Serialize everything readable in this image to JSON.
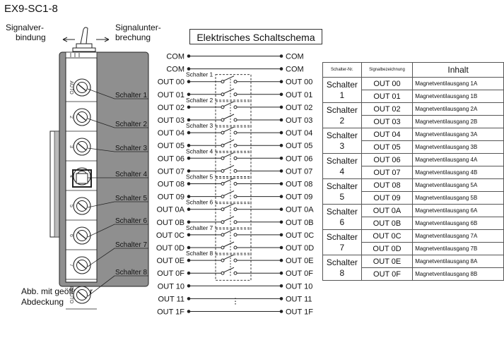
{
  "model": "EX9-SC1-8",
  "toggle": {
    "left_label": [
      "Signalver-",
      "bindung"
    ],
    "right_label": [
      "Signalunter-",
      "brechung"
    ]
  },
  "caption": [
    "Abb. mit geöffneter",
    "Abdeckung"
  ],
  "schema_title": "Elektrisches Schaltschema",
  "connector_side_markings": [
    "AUTO",
    "2",
    "3",
    "4",
    "5",
    "6",
    "7",
    "8 AUTO"
  ],
  "switch_labels": [
    "Schalter 1",
    "Schalter 2",
    "Schalter 3",
    "Schalter 4",
    "Schalter 5",
    "Schalter 6",
    "Schalter 7",
    "Schalter 8"
  ],
  "rows_left": [
    "COM",
    "COM",
    "OUT 00",
    "OUT 01",
    "OUT 02",
    "OUT 03",
    "OUT 04",
    "OUT 05",
    "OUT 06",
    "OUT 07",
    "OUT 08",
    "OUT 09",
    "OUT 0A",
    "OUT 0B",
    "OUT 0C",
    "OUT 0D",
    "OUT 0E",
    "OUT 0F",
    "OUT 10",
    "OUT 11",
    "OUT 1F"
  ],
  "rows_right": [
    "COM",
    "COM",
    "OUT 00",
    "OUT 01",
    "OUT 02",
    "OUT 03",
    "OUT 04",
    "OUT 05",
    "OUT 06",
    "OUT 07",
    "OUT 08",
    "OUT 09",
    "OUT 0A",
    "OUT 0B",
    "OUT 0C",
    "OUT 0D",
    "OUT 0E",
    "OUT 0F",
    "OUT 10",
    "OUT 11",
    "OUT 1F"
  ],
  "table": {
    "headers": [
      "Schalter-Nr.",
      "Signalbezeichnung",
      "Inhalt"
    ],
    "rows": [
      {
        "switch": [
          "Schalter",
          "1"
        ],
        "signals": [
          "OUT 00",
          "OUT 01"
        ],
        "content": [
          "Magnetventilausgang 1A",
          "Magnetventilausgang 1B"
        ]
      },
      {
        "switch": [
          "Schalter",
          "2"
        ],
        "signals": [
          "OUT 02",
          "OUT 03"
        ],
        "content": [
          "Magnetventilausgang 2A",
          "Magnetventilausgang 2B"
        ]
      },
      {
        "switch": [
          "Schalter",
          "3"
        ],
        "signals": [
          "OUT 04",
          "OUT 05"
        ],
        "content": [
          "Magnetventilausgang 3A",
          "Magnetventilausgang 3B"
        ]
      },
      {
        "switch": [
          "Schalter",
          "4"
        ],
        "signals": [
          "OUT 06",
          "OUT 07"
        ],
        "content": [
          "Magnetventilausgang 4A",
          "Magnetventilausgang 4B"
        ]
      },
      {
        "switch": [
          "Schalter",
          "5"
        ],
        "signals": [
          "OUT 08",
          "OUT 09"
        ],
        "content": [
          "Magnetventilausgang 5A",
          "Magnetventilausgang 5B"
        ]
      },
      {
        "switch": [
          "Schalter",
          "6"
        ],
        "signals": [
          "OUT 0A",
          "OUT 0B"
        ],
        "content": [
          "Magnetventilausgang 6A",
          "Magnetventilausgang 6B"
        ]
      },
      {
        "switch": [
          "Schalter",
          "7"
        ],
        "signals": [
          "OUT 0C",
          "OUT 0D"
        ],
        "content": [
          "Magnetventilausgang 7A",
          "Magnetventilausgang 7B"
        ]
      },
      {
        "switch": [
          "Schalter",
          "8"
        ],
        "signals": [
          "OUT 0E",
          "OUT 0F"
        ],
        "content": [
          "Magnetventilausgang 8A",
          "Magnetventilausgang 8B"
        ]
      }
    ]
  },
  "colors": {
    "device_body": "#8f8f8f",
    "device_face": "#ffffff",
    "line": "#222222"
  }
}
